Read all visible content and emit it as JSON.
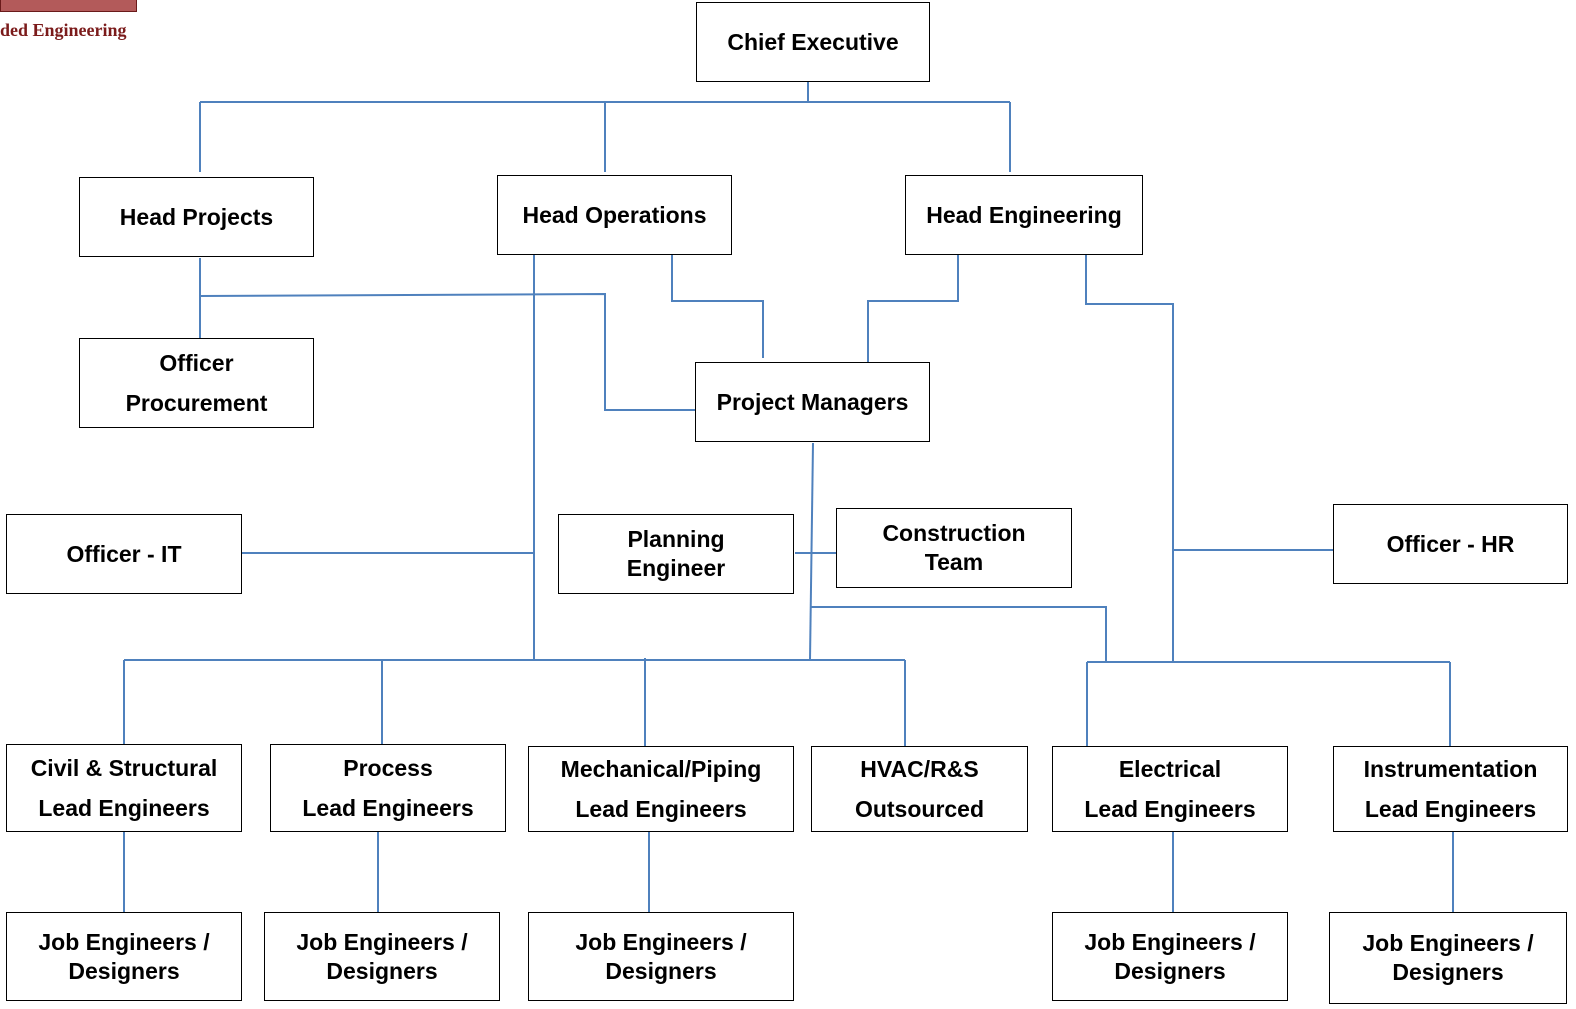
{
  "logo": {
    "text": "ded Engineering",
    "color": "#7b1b1b"
  },
  "connector_color": "#4f81bd",
  "boxes": {
    "chief_executive": [
      "Chief Executive"
    ],
    "head_projects": [
      "Head Projects"
    ],
    "head_operations": [
      "Head Operations"
    ],
    "head_engineering": [
      "Head Engineering"
    ],
    "officer_procurement": [
      "Officer",
      "Procurement"
    ],
    "project_managers": [
      "Project Managers"
    ],
    "officer_it": [
      "Officer - IT"
    ],
    "planning_engineer": [
      "Planning",
      "Engineer"
    ],
    "construction_team": [
      "Construction",
      "Team"
    ],
    "officer_hr": [
      "Officer - HR"
    ],
    "civil_structural": [
      "Civil & Structural",
      "Lead Engineers"
    ],
    "process": [
      "Process",
      "Lead Engineers"
    ],
    "mechanical_piping": [
      "Mechanical/Piping",
      "Lead Engineers"
    ],
    "hvac": [
      "HVAC/R&S",
      "Outsourced"
    ],
    "electrical": [
      "Electrical",
      "Lead Engineers"
    ],
    "instrumentation": [
      "Instrumentation",
      "Lead Engineers"
    ],
    "job_civil": [
      "Job Engineers /",
      "Designers"
    ],
    "job_process": [
      "Job Engineers /",
      "Designers"
    ],
    "job_mechanical": [
      "Job Engineers /",
      "Designers"
    ],
    "job_electrical": [
      "Job Engineers /",
      "Designers"
    ],
    "job_instrumentation": [
      "Job Engineers /",
      "Designers"
    ]
  }
}
